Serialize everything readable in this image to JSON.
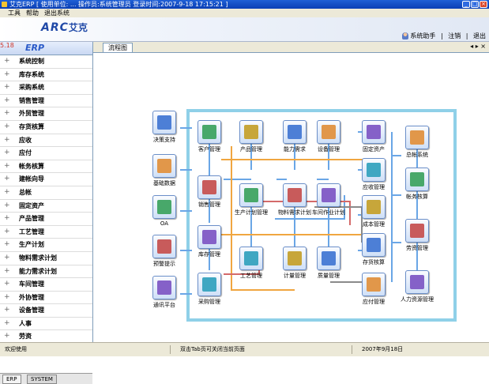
{
  "window": {
    "title": "艾克ERP [ 使用单位: ...    操作员:系统管理员  登录时间:2007-9-18 17:15:21 ]"
  },
  "menu": [
    "工具",
    "帮助",
    "退出系统"
  ],
  "banner": {
    "logo_brand": "ARC",
    "logo_cn": "艾克",
    "links": [
      "系统助手",
      "注销",
      "退出"
    ]
  },
  "sidebar": {
    "header_logo": "ERP",
    "header_version": "5.18",
    "items": [
      "系统控制",
      "库存系统",
      "采购系统",
      "销售管理",
      "外贸管理",
      "存货核算",
      "应收",
      "应付",
      "帐务核算",
      "建帐向导",
      "总帐",
      "固定资产",
      "产品管理",
      "工艺管理",
      "生产计划",
      "物料需求计划",
      "能力需求计划",
      "车间管理",
      "外协管理",
      "设备管理",
      "人事",
      "劳资"
    ],
    "tabs": [
      "ERP",
      "SYSTEM"
    ]
  },
  "tabbar": {
    "active": "流程图",
    "controls": "◂ ▸ ×"
  },
  "flow": {
    "left": [
      "决策支持",
      "基础数据",
      "OA",
      "预警提示",
      "通讯平台"
    ],
    "middle": [
      "客户管理",
      "销售管理",
      "库存管理",
      "采购管理",
      "产品管理",
      "能力需求",
      "设备管理",
      "生产计划管理",
      "物料需求计划",
      "车间作业计划",
      "工艺管理",
      "计量管理",
      "质量管理"
    ],
    "right": [
      "固定资产",
      "应收管理",
      "成本管理",
      "存货核算",
      "应付管理"
    ],
    "far_right": [
      "总帐系统",
      "帐务核算",
      "劳资管理",
      "人力资源管理"
    ]
  },
  "colors": {
    "accent": "#1f5fd6",
    "flow_border": "#8fd0e8",
    "line_blue": "#6aa6e6",
    "line_orange": "#f0a640",
    "line_red": "#d46a6a",
    "line_gray": "#8a8a8a"
  },
  "status": {
    "left": "欢迎使用",
    "middle": "双击Tab页可关闭当前页面",
    "right": "2007年9月18日"
  }
}
